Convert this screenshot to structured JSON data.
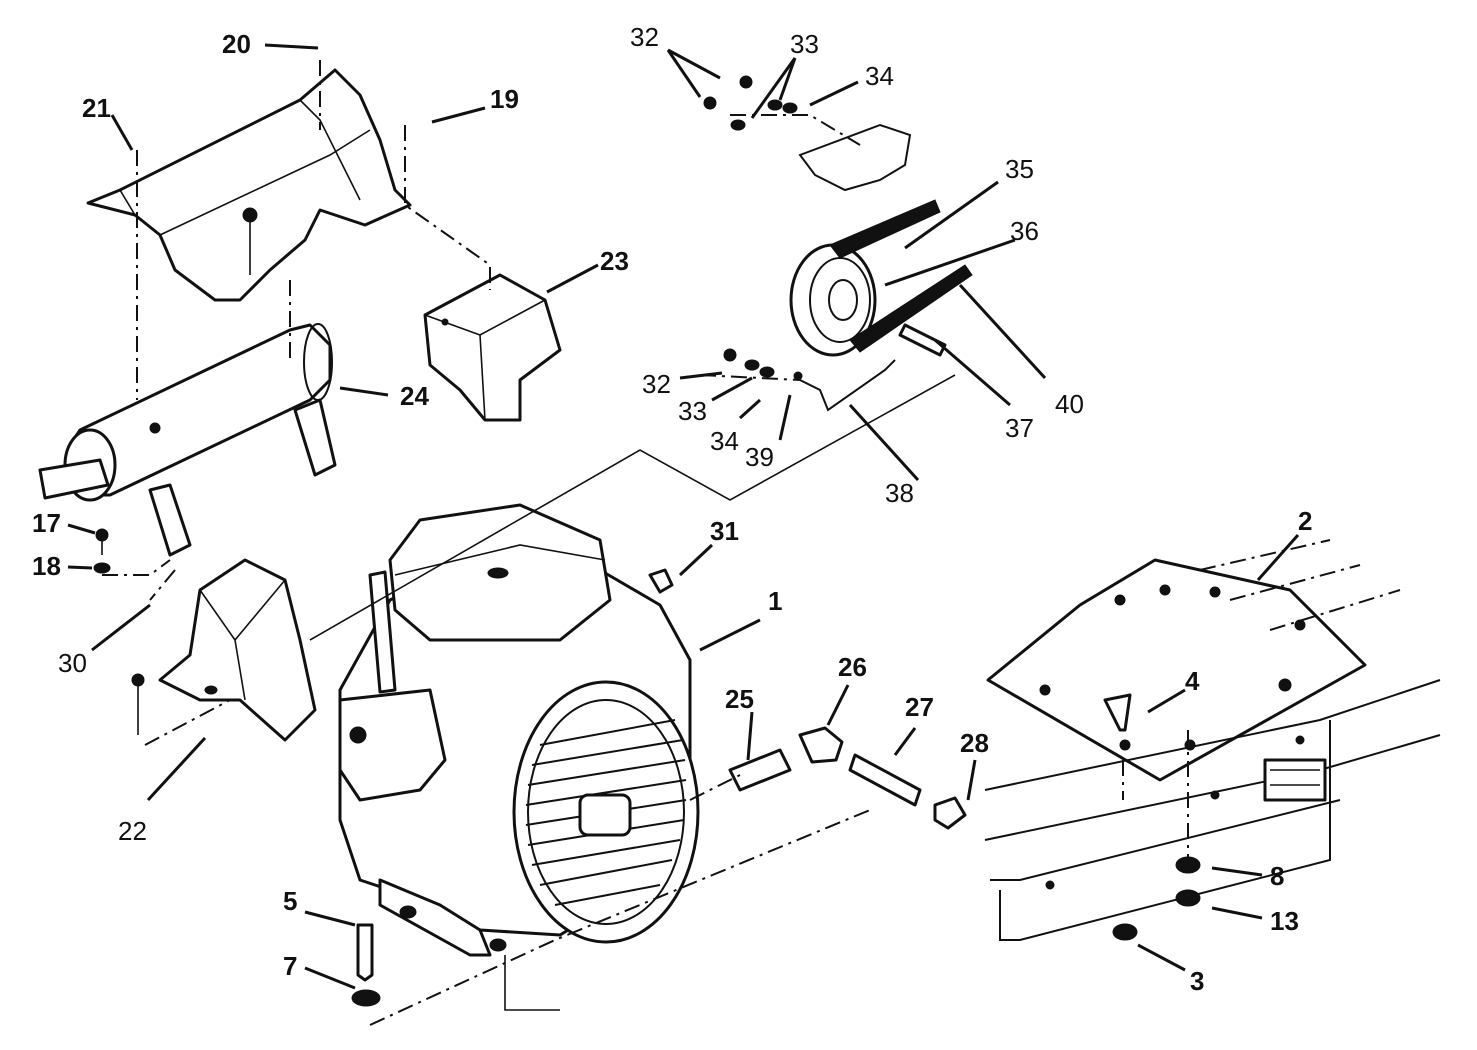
{
  "diagram": {
    "callouts": [
      {
        "id": "c20",
        "text": "20"
      },
      {
        "id": "c21",
        "text": "21"
      },
      {
        "id": "c19",
        "text": "19"
      },
      {
        "id": "c23",
        "text": "23"
      },
      {
        "id": "c24",
        "text": "24"
      },
      {
        "id": "c17",
        "text": "17"
      },
      {
        "id": "c18",
        "text": "18"
      },
      {
        "id": "c30",
        "text": "30"
      },
      {
        "id": "c22",
        "text": "22"
      },
      {
        "id": "c31",
        "text": "31"
      },
      {
        "id": "c1",
        "text": "1"
      },
      {
        "id": "c25",
        "text": "25"
      },
      {
        "id": "c26",
        "text": "26"
      },
      {
        "id": "c27",
        "text": "27"
      },
      {
        "id": "c28",
        "text": "28"
      },
      {
        "id": "c4",
        "text": "4"
      },
      {
        "id": "c2",
        "text": "2"
      },
      {
        "id": "c8",
        "text": "8"
      },
      {
        "id": "c13",
        "text": "13"
      },
      {
        "id": "c3",
        "text": "3"
      },
      {
        "id": "c5",
        "text": "5"
      },
      {
        "id": "c7",
        "text": "7"
      },
      {
        "id": "c32a",
        "text": "32"
      },
      {
        "id": "c33a",
        "text": "33"
      },
      {
        "id": "c34a",
        "text": "34"
      },
      {
        "id": "c35",
        "text": "35"
      },
      {
        "id": "c36",
        "text": "36"
      },
      {
        "id": "c40",
        "text": "40"
      },
      {
        "id": "c37",
        "text": "37"
      },
      {
        "id": "c32b",
        "text": "32"
      },
      {
        "id": "c33b",
        "text": "33"
      },
      {
        "id": "c34b",
        "text": "34"
      },
      {
        "id": "c39",
        "text": "39"
      },
      {
        "id": "c38",
        "text": "38"
      }
    ]
  }
}
